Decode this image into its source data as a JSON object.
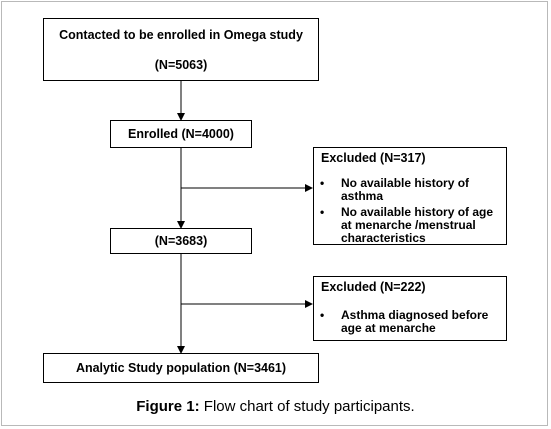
{
  "diagram": {
    "top_box": {
      "line1": "Contacted to be enrolled in Omega study",
      "line2": "(N=5063)"
    },
    "enrolled_box": "Enrolled (N=4000)",
    "exclusion_1": {
      "title": "Excluded (N=317)",
      "items": [
        "No available history of asthma",
        "No available history of age at menarche /menstrual characteristics"
      ]
    },
    "middle_box": "(N=3683)",
    "exclusion_2": {
      "title": "Excluded (N=222)",
      "items": [
        "Asthma diagnosed before age at menarche"
      ]
    },
    "final_box": "Analytic Study population (N=3461)"
  },
  "caption": {
    "label": "Figure 1:",
    "text": "Flow chart of study participants."
  }
}
